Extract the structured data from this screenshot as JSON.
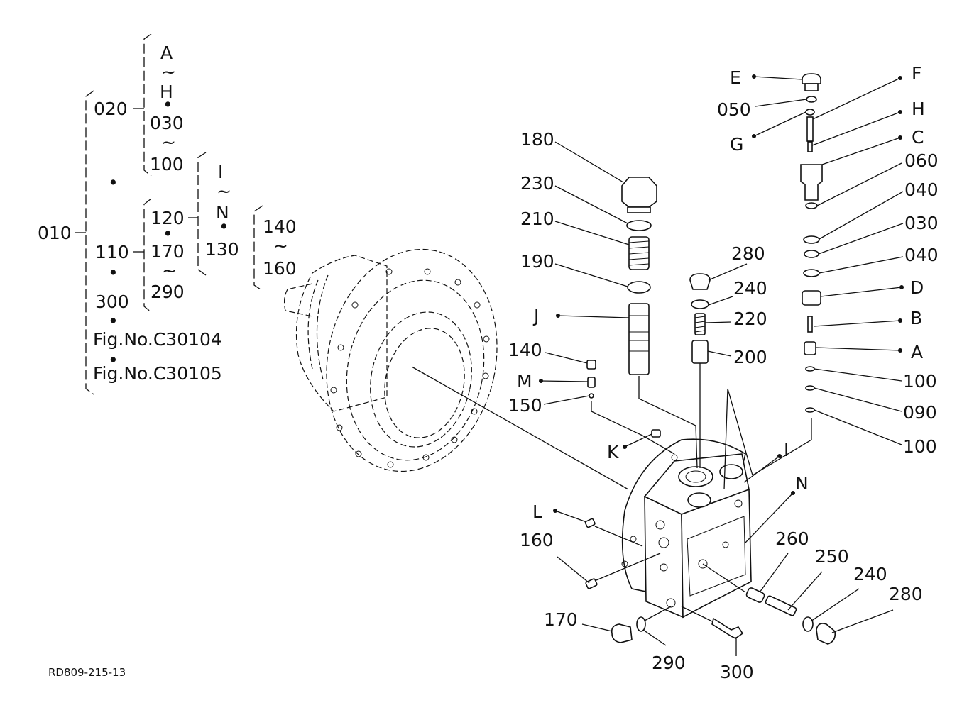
{
  "tree": {
    "root": "010",
    "n020": "020",
    "a": "A",
    "tilde1": "~",
    "h": "H",
    "dot1": "•",
    "n030": "030",
    "tilde2": "~",
    "n100": "100",
    "dotmid": "•",
    "n110": "110",
    "dot2": "•",
    "n300": "300",
    "dot3": "•",
    "fig1": "Fig.No.C30104",
    "dot4": "•",
    "fig2": "Fig.No.C30105",
    "n120": "120",
    "dot5": "•",
    "n170": "170",
    "tilde3": "~",
    "n290": "290",
    "i": "I",
    "tilde4": "~",
    "n": "N",
    "dot6": "•",
    "n130": "130",
    "n140": "140",
    "tilde5": "~",
    "n160": "160"
  },
  "labels": {
    "E": "E",
    "F": "F",
    "n050": "050",
    "H": "H",
    "G": "G",
    "C": "C",
    "n060": "060",
    "n040a": "040",
    "n030": "030",
    "n040b": "040",
    "D": "D",
    "B": "B",
    "A": "A",
    "n100a": "100",
    "n090": "090",
    "n100b": "100",
    "n180": "180",
    "n230": "230",
    "n210": "210",
    "n190": "190",
    "J": "J",
    "n280a": "280",
    "n240a": "240",
    "n220": "220",
    "n200": "200",
    "n140": "140",
    "M": "M",
    "n150": "150",
    "K": "K",
    "I": "I",
    "N": "N",
    "L": "L",
    "n160": "160",
    "n260": "260",
    "n250": "250",
    "n240b": "240",
    "n280b": "280",
    "n170": "170",
    "n290": "290",
    "n300": "300"
  },
  "drawing_code": "RD809-215-13"
}
